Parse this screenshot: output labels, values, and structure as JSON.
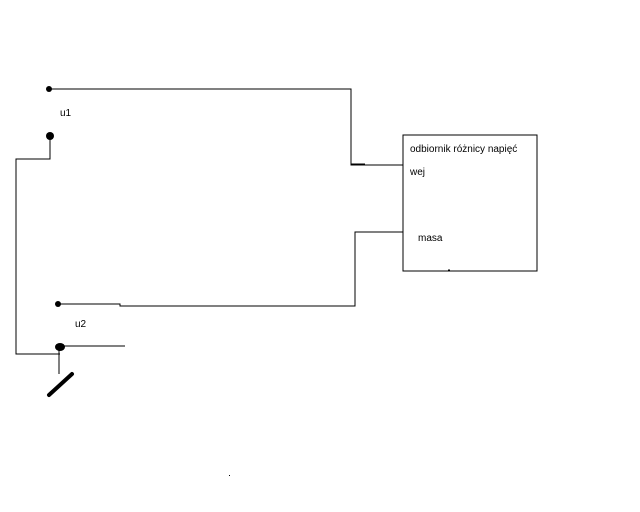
{
  "labels": {
    "u1": "u1",
    "u2": "u2",
    "receiver_title": "odbiornik różnicy napięć",
    "input": "wej",
    "ground": "masa"
  },
  "colors": {
    "line": "#000000",
    "background": "#ffffff"
  }
}
